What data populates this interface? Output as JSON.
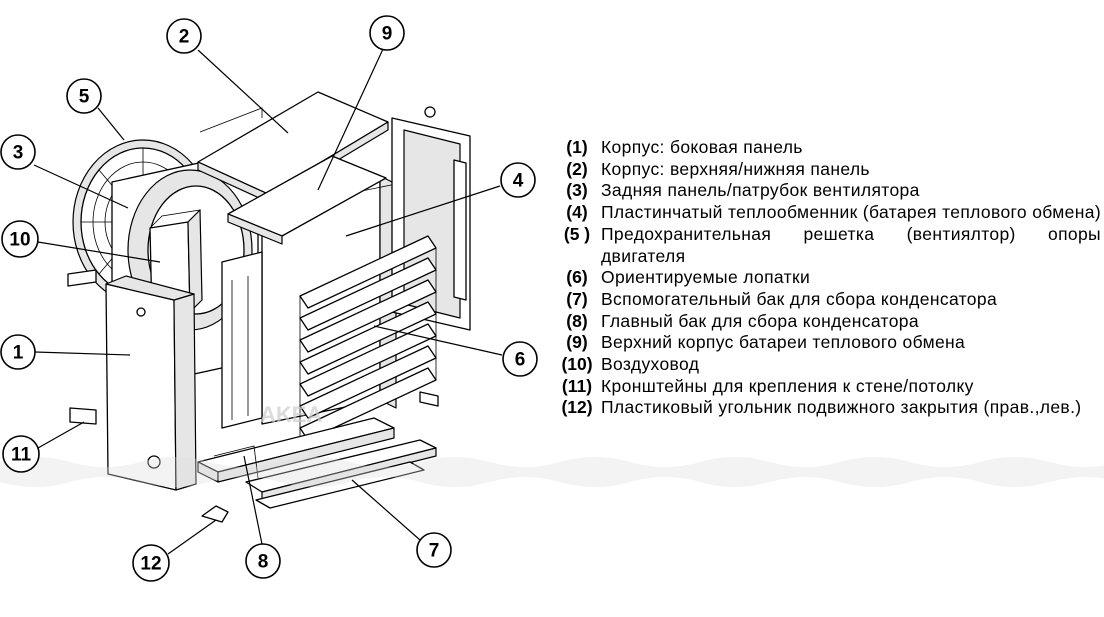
{
  "diagram": {
    "callouts": [
      "1",
      "2",
      "3",
      "4",
      "5",
      "6",
      "7",
      "8",
      "9",
      "10",
      "11",
      "12"
    ]
  },
  "watermark": "AKEA",
  "legend": [
    {
      "num": "(1)",
      "text": "Корпус: боковая панель"
    },
    {
      "num": "(2)",
      "text": "Корпус: верхняя/нижняя панель"
    },
    {
      "num": "(3)",
      "text": "Задняя панель/патрубок вентилятора"
    },
    {
      "num": "(4)",
      "text": "Пластинчатый теплообменник (батарея теплового обмена)"
    },
    {
      "num": "(5 )",
      "text": "Предохранительная решетка (вентиялтор) опоры двигателя"
    },
    {
      "num": "(6)",
      "text": "Ориентируемые лопатки"
    },
    {
      "num": "(7)",
      "text": "Вспомогательный бак для сбора конденсатора"
    },
    {
      "num": "(8)",
      "text": "Главный бак для сбора конденсатора"
    },
    {
      "num": "(9)",
      "text": "Верхний корпус батареи теплового обмена"
    },
    {
      "num": "(10)",
      "text": "Воздуховод"
    },
    {
      "num": "(11)",
      "text": "Кронштейны для крепления к стене/потолку"
    },
    {
      "num": "(12)",
      "text": "Пластиковый угольник подвижного закрытия (прав.,лев.)"
    }
  ]
}
